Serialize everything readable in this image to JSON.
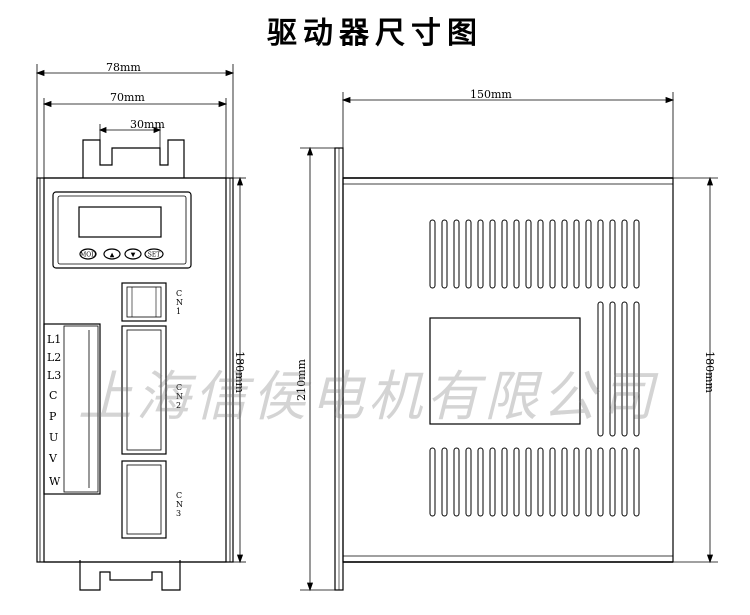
{
  "title": "驱动器尺寸图",
  "watermark": "上海信侯电机有限公司",
  "dimensions": {
    "overall_width": "78mm",
    "mount_width": "70mm",
    "tab_width": "30mm",
    "front_height": "180mm",
    "side_height_overall": "210mm",
    "side_height": "180mm",
    "depth": "150mm"
  },
  "panel_buttons": [
    "MOD",
    "▲",
    "▼",
    "SET"
  ],
  "terminals": [
    "L1",
    "L2",
    "L3",
    "C",
    "P",
    "U",
    "V",
    "W"
  ],
  "connectors": {
    "cn1": [
      "C",
      "N",
      "1"
    ],
    "cn2": [
      "C",
      "N",
      "2"
    ],
    "cn3": [
      "C",
      "N",
      "3"
    ]
  },
  "colors": {
    "line": "#000000",
    "watermark": "#9a9a9a"
  }
}
